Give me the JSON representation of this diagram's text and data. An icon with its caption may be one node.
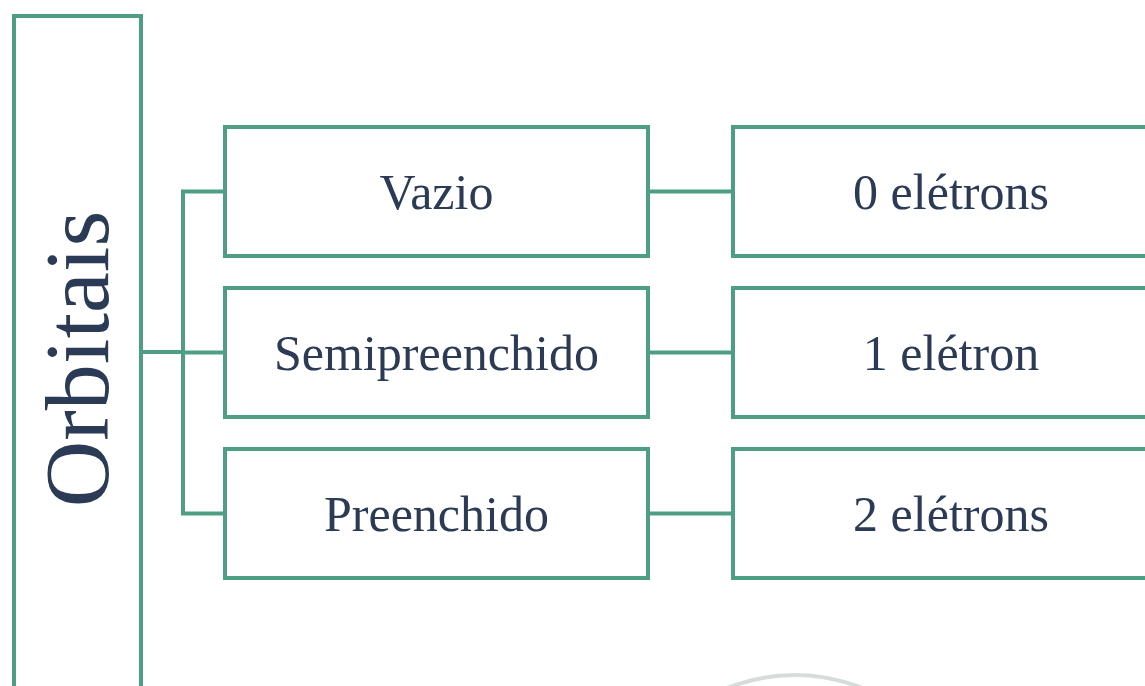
{
  "diagram": {
    "nodes": [
      {
        "text": [
          "Orbitais"
        ]
      },
      {
        "text": [
          "Vazio"
        ]
      },
      {
        "text": [
          "Semipreenchido"
        ]
      },
      {
        "text": [
          "Preenchido"
        ]
      },
      {
        "text": [
          "0 elétrons"
        ]
      },
      {
        "text": [
          "1 elétron"
        ]
      },
      {
        "text": [
          "2 elétrons"
        ]
      }
    ],
    "edges": [
      {
        "from": 0,
        "to": 1,
        "arrow": "none"
      },
      {
        "from": 0,
        "to": 2,
        "arrow": "none"
      },
      {
        "from": 0,
        "to": 3,
        "arrow": "none"
      },
      {
        "from": 1,
        "to": 4,
        "arrow": "none"
      },
      {
        "from": 2,
        "to": 5,
        "arrow": "none"
      },
      {
        "from": 3,
        "to": 6,
        "arrow": "none"
      }
    ]
  }
}
